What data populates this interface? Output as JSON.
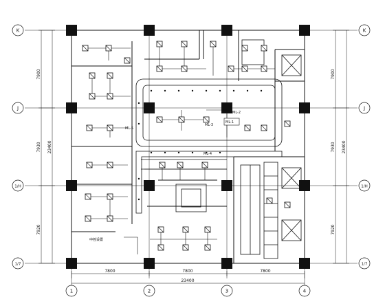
{
  "grid": {
    "rows": [
      "K",
      "J",
      "1/H",
      "1/7"
    ],
    "cols": [
      "1",
      "2",
      "3",
      "4"
    ]
  },
  "dimensions": {
    "left_rows": [
      "7900",
      "7930",
      "7920"
    ],
    "left_total": "23400",
    "right_rows": [
      "7900",
      "7930",
      "7920"
    ],
    "right_total": "23400",
    "bottom_cols": [
      "7800",
      "7800",
      "7800"
    ],
    "bottom_total": "23400"
  },
  "labels": {
    "distribution_box": "ML-1",
    "panel_a": "ML-2",
    "panel_b": "ML-3",
    "panel_c": "ML-4",
    "panel_d": "ML-5",
    "room_text": "中控设置"
  },
  "colors": {
    "line": "#111111",
    "background": "#ffffff"
  }
}
